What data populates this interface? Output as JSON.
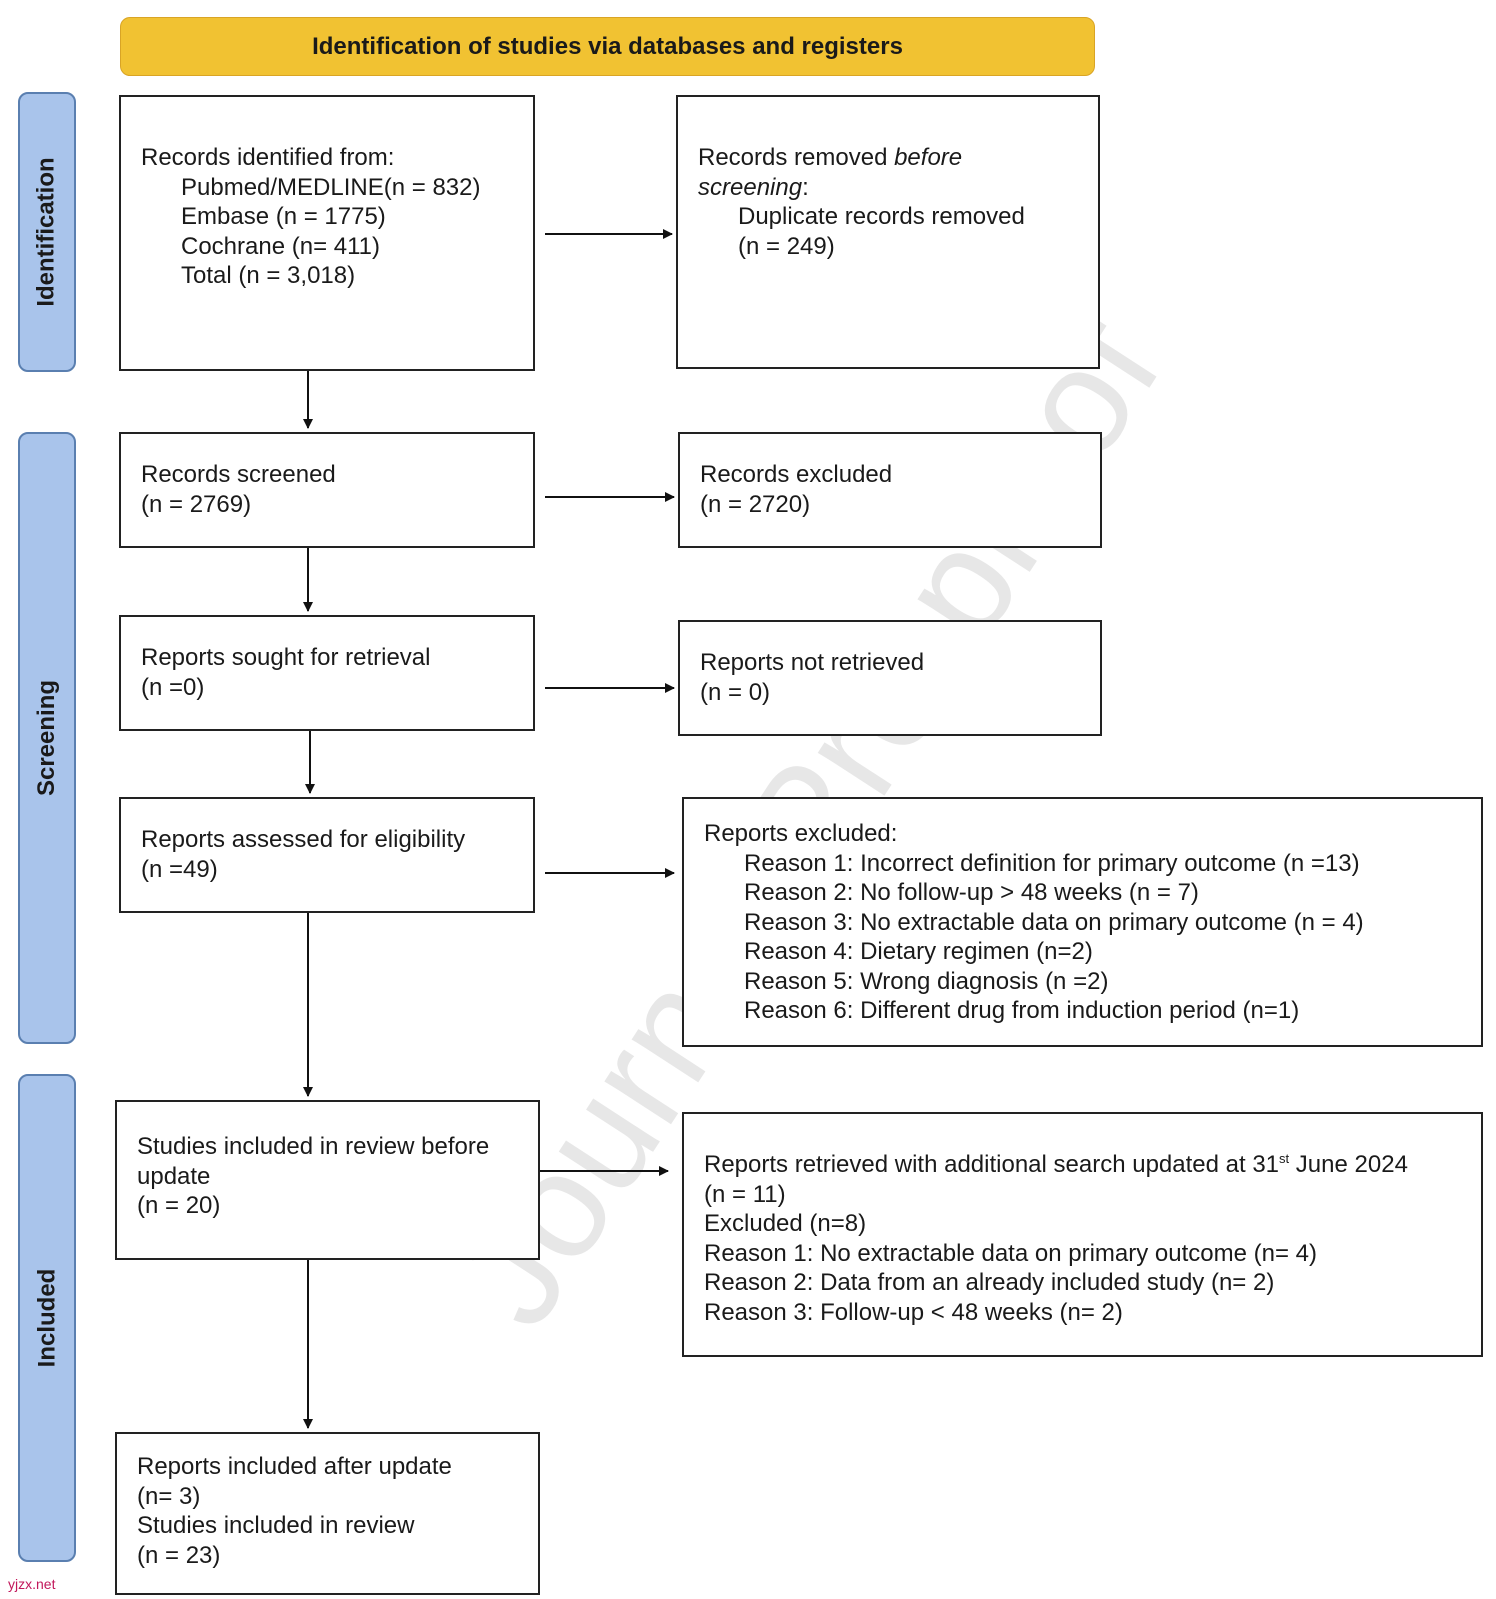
{
  "banner": "Identification of studies via databases and registers",
  "phases": {
    "identification": "Identification",
    "screening": "Screening",
    "included": "Included"
  },
  "boxes": {
    "records_identified": {
      "title": "Records identified from:",
      "items": [
        "Pubmed/MEDLINE(n = 832)",
        "Embase (n = 1775)",
        "Cochrane (n= 411)",
        "Total (n = 3,018)"
      ]
    },
    "records_removed": {
      "title_pre": "Records removed ",
      "title_em": "before",
      "title_em2": "screening",
      "title_colon": ":",
      "items": [
        "Duplicate records removed",
        "(n = 249)"
      ]
    },
    "records_screened": {
      "lines": [
        "Records screened",
        "(n = 2769)"
      ]
    },
    "records_excluded": {
      "lines": [
        "Records excluded",
        "(n = 2720)"
      ]
    },
    "reports_sought": {
      "lines": [
        "Reports sought for retrieval",
        "(n =0)"
      ]
    },
    "reports_not_retrieved": {
      "lines": [
        "Reports not retrieved",
        "(n = 0)"
      ]
    },
    "reports_assessed": {
      "lines": [
        "Reports assessed for eligibility",
        "(n =49)"
      ]
    },
    "reports_excluded": {
      "title": "Reports excluded:",
      "items": [
        "Reason 1: Incorrect definition for primary outcome (n =13)",
        "Reason 2: No follow-up > 48 weeks (n = 7)",
        "Reason 3: No extractable data on primary outcome (n = 4)",
        "Reason 4: Dietary regimen (n=2)",
        "Reason 5: Wrong diagnosis (n =2)",
        "Reason 6: Different drug from induction period (n=1)"
      ]
    },
    "studies_before_update": {
      "lines": [
        "Studies included in review before",
        "update",
        "(n = 20)"
      ]
    },
    "reports_additional": {
      "first_pre": "Reports retrieved with additional search updated at 31",
      "first_sup": "st",
      "first_post": " June 2024",
      "lines": [
        "(n = 11)",
        "Excluded (n=8)",
        "Reason 1: No extractable data on primary outcome (n= 4)",
        "Reason 2: Data from an already included study (n= 2)",
        "Reason 3: Follow-up < 48 weeks (n= 2)"
      ]
    },
    "reports_after_update": {
      "lines": [
        "Reports included after update",
        "(n= 3)",
        "Studies included in review",
        "(n = 23)"
      ]
    }
  },
  "watermark": "Journal Pre-proof",
  "footer_mark": "yjzx.net",
  "colors": {
    "banner": "#f1c232",
    "phase": "#a9c4eb",
    "phase_border": "#5a7fb0"
  }
}
